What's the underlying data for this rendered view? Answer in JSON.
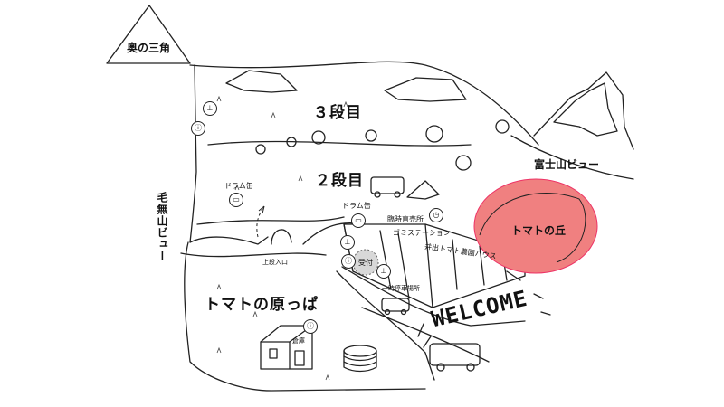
{
  "labels": {
    "oku_no_sankaku": "奥の三角",
    "sandanme": "３段目",
    "nidanme": "２段目",
    "fujisan_view": "富士山ビュー",
    "kenashiyama_view": "毛無山ビュー",
    "tomato_no_oka": "トマトの丘",
    "tomato_no_harappa": "トマトの原っぱ",
    "drum_can_left": "ドラム缶",
    "drum_can_center": "ドラム缶",
    "rinji_chokubaijo": "臨時直売所",
    "gomi_station": "ゴミステーション",
    "tomato_greenhouse": "井出トマト農園ハウス",
    "uketsuke": "受付",
    "jodan_iriguchi": "上段入口",
    "ichiji_teishajo": "一時停車場所",
    "soko": "倉庫",
    "welcome": "WELCOME"
  },
  "colors": {
    "tomato_highlight": "#f08080",
    "ink": "#222222",
    "reception_fill": "#d8d8d8"
  },
  "icons": [
    "toilet-icon",
    "water-tap-icon",
    "drum-can-icon",
    "clock-icon",
    "tree-icon",
    "tent-icon",
    "car-icon",
    "mountain-icon"
  ]
}
